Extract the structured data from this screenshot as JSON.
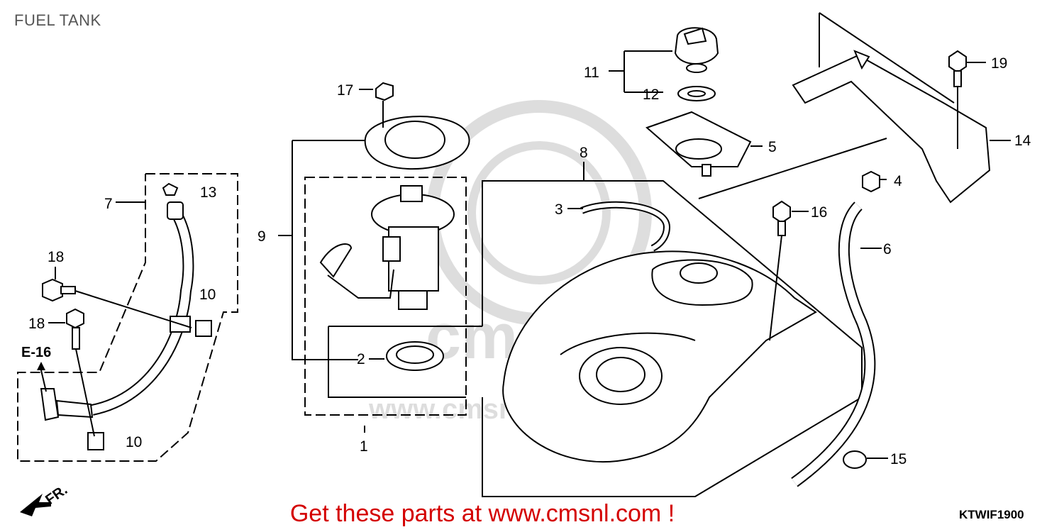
{
  "header": {
    "title": "FUEL TANK"
  },
  "footer": {
    "banner": "Get these parts at www.cmsnl.com !",
    "diagram_code": "KTWIF1900"
  },
  "watermark": {
    "site": "www.cmsnl.com",
    "logo": "cms"
  },
  "direction": {
    "label": "FR."
  },
  "reference": {
    "label": "E-16"
  },
  "callouts": {
    "c1": "1",
    "c2": "2",
    "c3": "3",
    "c4": "4",
    "c5": "5",
    "c6": "6",
    "c7": "7",
    "c8": "8",
    "c9": "9",
    "c10a": "10",
    "c10b": "10",
    "c11": "11",
    "c12": "12",
    "c13": "13",
    "c14": "14",
    "c15": "15",
    "c16": "16",
    "c17": "17",
    "c18a": "18",
    "c18b": "18",
    "c19": "19"
  }
}
